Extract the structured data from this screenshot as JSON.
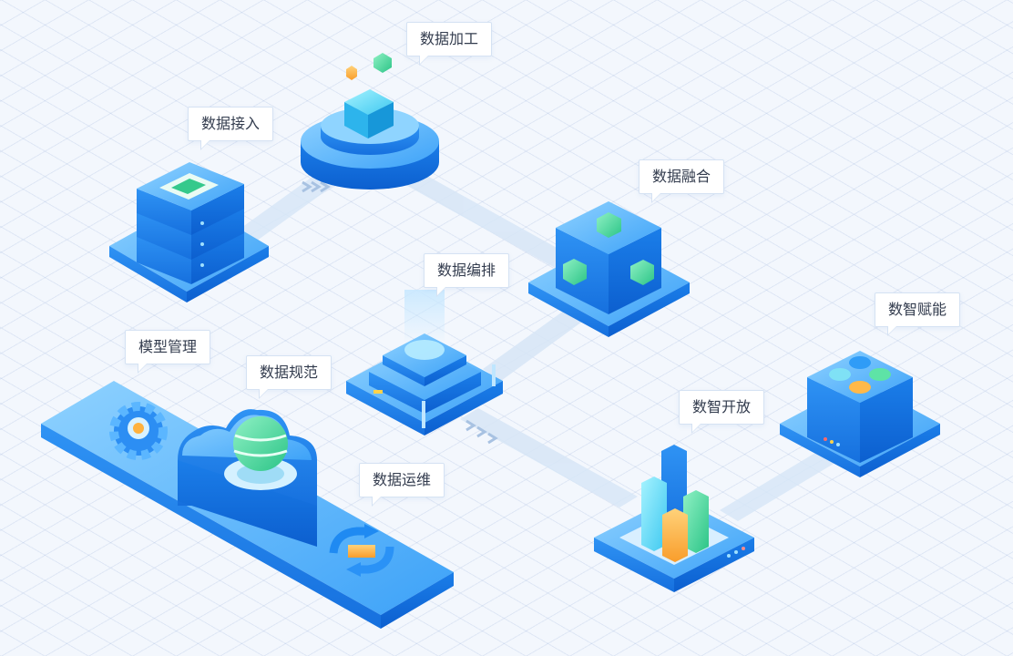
{
  "labels": {
    "processing": "数据加工",
    "access": "数据接入",
    "fusion": "数据融合",
    "orchestration": "数据编排",
    "empowerment": "数智赋能",
    "model_management": "模型管理",
    "standardization": "数据规范",
    "open": "数智开放",
    "operations": "数据运维"
  },
  "colors": {
    "primary_blue": "#1e88f5",
    "light_blue": "#56b4ff",
    "dark_blue": "#0a63d8",
    "green": "#3fd69a",
    "orange": "#ffb23e",
    "background": "#f3f7fd"
  }
}
